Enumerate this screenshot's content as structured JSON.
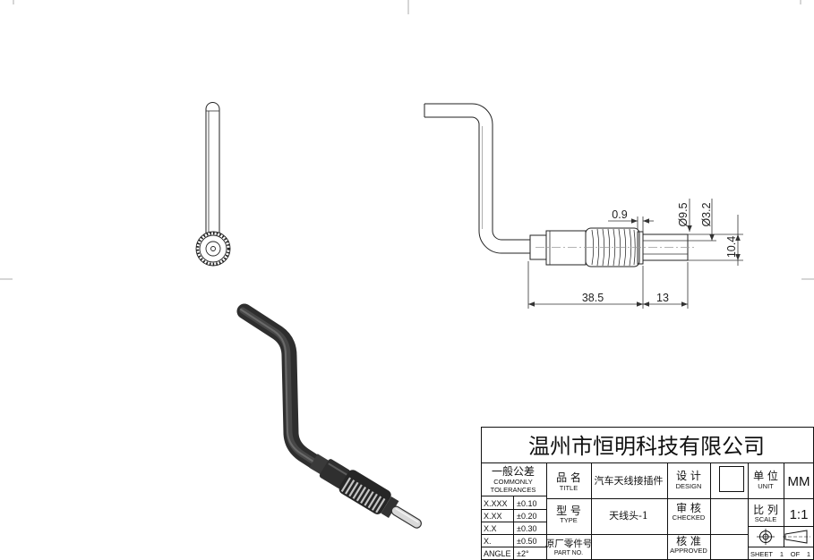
{
  "drawing": {
    "dimensions": {
      "d_0_9": "0.9",
      "d_dia_9_5": "Ø9.5",
      "d_dia_3_2": "Ø3.2",
      "d_10_4": "10.4",
      "d_38_5": "38.5",
      "d_13": "13"
    }
  },
  "title_block": {
    "company": "温州市恒明科技有限公司",
    "tolerance_header": {
      "cn": "一般公差",
      "en1": "COMMONLY",
      "en2": "TOLERANCES"
    },
    "tolerances": [
      {
        "format": "X.XXX",
        "value": "±0.10"
      },
      {
        "format": "X.XX",
        "value": "±0.20"
      },
      {
        "format": "X.X",
        "value": "±0.30"
      },
      {
        "format": "X.",
        "value": "±0.50"
      },
      {
        "format": "ANGLE",
        "value": "±2°"
      }
    ],
    "title": {
      "cn": "品 名",
      "en": "TITLE",
      "value": "汽车天线接插件"
    },
    "type": {
      "cn": "型 号",
      "en": "TYPE",
      "value": "天线头-1"
    },
    "part_no": {
      "cn": "原厂零件号",
      "en": "PART NO."
    },
    "design": {
      "cn": "设 计",
      "en": "DESIGN"
    },
    "checked": {
      "cn": "审 核",
      "en": "CHECKED"
    },
    "approved": {
      "cn": "核 准",
      "en": "APPROVED"
    },
    "unit": {
      "cn": "单 位",
      "en": "UNIT",
      "value": "MM"
    },
    "scale": {
      "cn": "比 列",
      "en": "SCALE",
      "value": "1:1"
    },
    "sheet": {
      "label": "SHEET",
      "number": "1",
      "of_label": "OF",
      "total": "1"
    }
  },
  "colors": {
    "line": "#222222",
    "cable": "#2e2e2e",
    "pin": "#d9d9d9"
  }
}
